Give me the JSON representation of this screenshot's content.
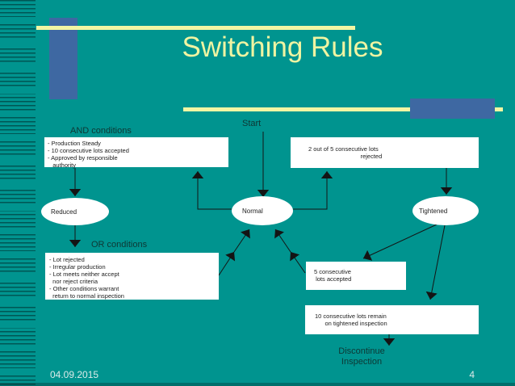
{
  "slide": {
    "title": "Switching Rules",
    "footer": {
      "date": "04.09.2015",
      "page_number": "4"
    }
  },
  "diagram": {
    "start_label": "Start",
    "and_conditions_label": "AND conditions",
    "or_conditions_label": "OR conditions",
    "discontinue_label": "Discontinue\nInspection",
    "boxes": {
      "and_conditions": "- Production Steady\n- 10 consecutive lots accepted\n- Approved by responsible\n   authority",
      "two_of_five_rejected": "2 out of 5 consecutive lots\n                               rejected",
      "or_conditions": "- Lot rejected\n- Irregular production\n- Lot meets neither accept\n  nor reject criteria\n- Other conditions warrant\n  return to normal inspection",
      "five_accepted": "5 consecutive\n lots accepted",
      "ten_remain": "10 consecutive lots remain\n      on tightened inspection"
    },
    "nodes": {
      "reduced": "Reduced",
      "normal": "Normal",
      "tightened": "Tightened"
    }
  },
  "colors": {
    "background_teal": "#00948F",
    "accent_yellow": "#F2F6A3",
    "accent_blue": "#3E68A2",
    "node_fill": "#FFFFFF",
    "connector_black": "#141414",
    "title_yellow": "#F0F4A2"
  }
}
